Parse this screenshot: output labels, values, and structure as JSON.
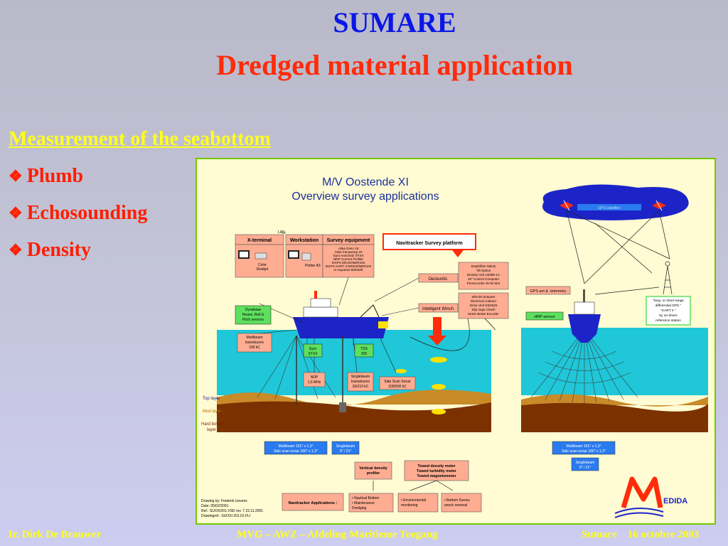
{
  "slide": {
    "title": "SUMARE",
    "subtitle": "Dredged material application",
    "section_heading": "Measurement of the seabottom",
    "bullets": [
      "Plumb",
      "Echosounding",
      "Density"
    ],
    "bullet_icon": "four-diamond-bullet-icon"
  },
  "figure": {
    "title_line1": "M/V Oostende XI",
    "title_line2": "Overview survey applications",
    "header_x_terminal": "X-terminal",
    "lan": "LAN",
    "header_workstation": "Workstation",
    "header_survey_equipment": "Survey equipment",
    "color_deskjet": [
      "Color",
      "Deskjet"
    ],
    "plotter": "Plotter A3",
    "survey_equipment_list": [
      "Atlas Deso 15",
      "Atlas Fansweep 20",
      "Gyro Anschütz STXX",
      "NDP Current Profiler",
      "DGPS MK10/INDR104",
      "DGPS KART II NR203/NDR104",
      "or Aquarius 5002MK"
    ],
    "navitracker_platform": "Navitracker Survey platform",
    "deckunits": "Deckunits",
    "deckunits_list": [
      "Depthfilter MD15",
      "Tilt Status",
      "Density Unit LB386-1C",
      "19\" Control Computer",
      "Penrecorder W+M 504"
    ],
    "intelligent_winch": "Intelligent Winch",
    "winch_list": [
      "WinchComputer",
      "Electrical Cabinet",
      "Drive Unit SSD525",
      "Slip rings    Clutch",
      "Motor   Brake   Encoder"
    ],
    "dynabase": [
      "Dynabase",
      "Heave, Roll &",
      "Pitch sensors"
    ],
    "multibeam_transducers": [
      "Multibeam",
      "transducers",
      "190 kC"
    ],
    "gyro": [
      "Gyro",
      "STXX"
    ],
    "tss": [
      "TSS",
      "325"
    ],
    "ndp": [
      "NDP",
      "1,5 MHz"
    ],
    "singlebeam_transducers": [
      "Singlebeam",
      "transducers",
      "33/210 kC"
    ],
    "side_scan_sonar": [
      "Side Scan Sonar",
      "100/500 kC"
    ],
    "layer_top": "Top layer",
    "layer_mud": "Mud layer",
    "layer_hard": [
      "Hard bottom",
      "layer"
    ],
    "multibeam_left": [
      "Multibeam 161° x 1,3°",
      "Side scan sonar 180° x 1,3°"
    ],
    "singlebeam_left": [
      "Singlebeam",
      "9° / 21°"
    ],
    "vertical_density": [
      "Vertical density",
      "profiler"
    ],
    "towed_meters": [
      "Towed density meter",
      "Towed turbidity meter",
      "Towed magnetometer"
    ],
    "applications_label": "Navitracker Applications :",
    "app1": [
      "• Nautical Bottom",
      "• Maintenance",
      "  Dredging"
    ],
    "app2": [
      "• Environmental",
      "  monitoring"
    ],
    "app3": [
      "• Bottom Survey",
      "  wreck removal"
    ],
    "satellite_label": "GPS satellites",
    "gps_ant": "GPS ant & -telemetry",
    "hrp_sensor": "HRP-sensor",
    "reference_station": [
      "\"long- or short-range",
      "differential GPS \"",
      "\"KART II \"",
      "by on-shore",
      "reference station"
    ],
    "multibeam_right": [
      "Multibeam 161° x 1,3°",
      "Side scan sonar 180° x 1,3°"
    ],
    "singlebeam_right": [
      "Singlebeam",
      "9° / 21°"
    ],
    "drawing_info": [
      "Drawing by: Frederik Lievens",
      "Date: 05/02/2001",
      "Ref.: SUOXI201.VSD rev. 7 22.11.2001",
      "Drawingref.: SUOXI 201.01.FLI"
    ],
    "logo_text": "EDIDA"
  },
  "footer": {
    "left": "Ir. Dirk De Brauwer",
    "center": "MVG – AWZ – Afdeling Maritieme Toegang",
    "right": "Sumare    16 octobre 2003"
  },
  "colors": {
    "title_blue": "#0a17e6",
    "subtitle_red": "#ff2b0a",
    "heading_yellow": "#ffff1e",
    "water": "#1fc7d8",
    "mud": "#7b3100",
    "salmon_box": "#ffad92",
    "green_box": "#5ee05e",
    "blue_box": "#2a7bf0",
    "ship_blue": "#1c24c8"
  }
}
